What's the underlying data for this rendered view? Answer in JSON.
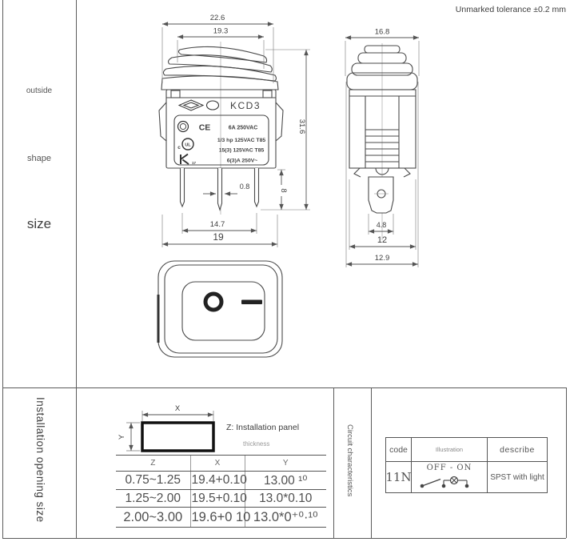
{
  "header": {
    "tolerance_note": "Unmarked tolerance ±0.2 mm"
  },
  "side_labels": {
    "outside": "outside",
    "shape": "shape",
    "size": "size"
  },
  "drawing": {
    "model": "KCD3",
    "marks": {
      "ce": "CE",
      "ul_prefix": "c",
      "ul": "UL",
      "k17_sub": "17"
    },
    "ratings": {
      "r1": "6A 250VAC",
      "r2": "1/3 hp 125VAC T85",
      "r3": "15(3) 125VAC T85",
      "r4": "6(3)A 250V~"
    },
    "dims": {
      "total_width": "22.6",
      "cap_width": "19.3",
      "height": "31.6",
      "pin_thickness": "0.8",
      "pin_length": "8",
      "pin_pitch": "14.7",
      "body_width": "19",
      "side_width": "16.8",
      "terminal_width": "4.8",
      "side_body_width": "12",
      "side_total_width": "12.9"
    },
    "rocker_symbols": {
      "off": "O",
      "on": "—"
    }
  },
  "installation": {
    "title": "Installation opening size",
    "diagram": {
      "x_label": "X",
      "y_label": "Y",
      "note1": "Z: Installation panel",
      "note2": "thickness"
    },
    "table": {
      "headers": [
        "Z",
        "X",
        "Y"
      ],
      "rows": [
        [
          "0.75~1.25",
          "19.4+0.10",
          "13.00 ¹⁰"
        ],
        [
          "1.25~2.00",
          "19.5+0.10",
          "13.0*0.10"
        ],
        [
          "2.00~3.00",
          "19.6+0 10",
          "13.0*0⁺⁰·¹⁰"
        ]
      ]
    }
  },
  "circuit": {
    "title": "Circuit characteristics",
    "table": {
      "headers": [
        "code",
        "Illustration",
        "describe"
      ],
      "row": {
        "code": "11N",
        "illustration": "OFF - ON",
        "describe": "SPST with light"
      }
    }
  }
}
